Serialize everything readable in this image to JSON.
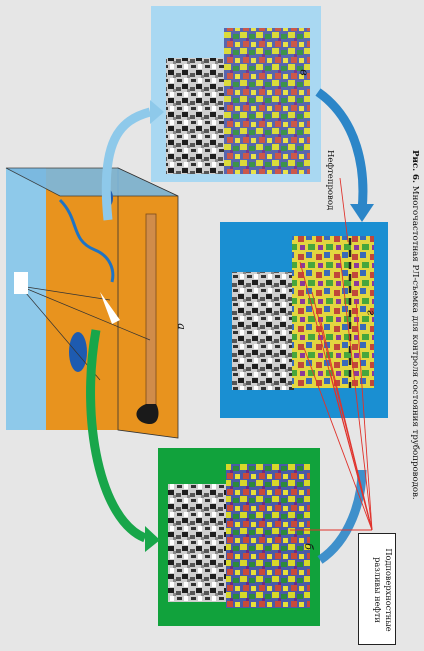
{
  "caption": {
    "prefix": "Рис. 6.",
    "text": "Многочастотная РЛ-съемка для контроля состояния трубопроводов."
  },
  "labels": {
    "pipeline": "Нефтепровод",
    "oil_spills_line1": "Подповерхностные",
    "oil_spills_line2": "разливы нефти"
  },
  "panels": {
    "a": "а",
    "b": "б",
    "v": "в",
    "g": "г"
  },
  "colors": {
    "sky_blue": "#8ec9ea",
    "panel_b_bg": "#11a23c",
    "panel_g_bg": "#1a8fd2",
    "panel_v_bg": "#a9d8f2",
    "terrain_orange": "#e8931e",
    "arrow_light_blue": "#8ec9ea",
    "arrow_blue": "#2c86c8",
    "arrow_green": "#18a64a",
    "annotation_red": "#e0322b"
  }
}
